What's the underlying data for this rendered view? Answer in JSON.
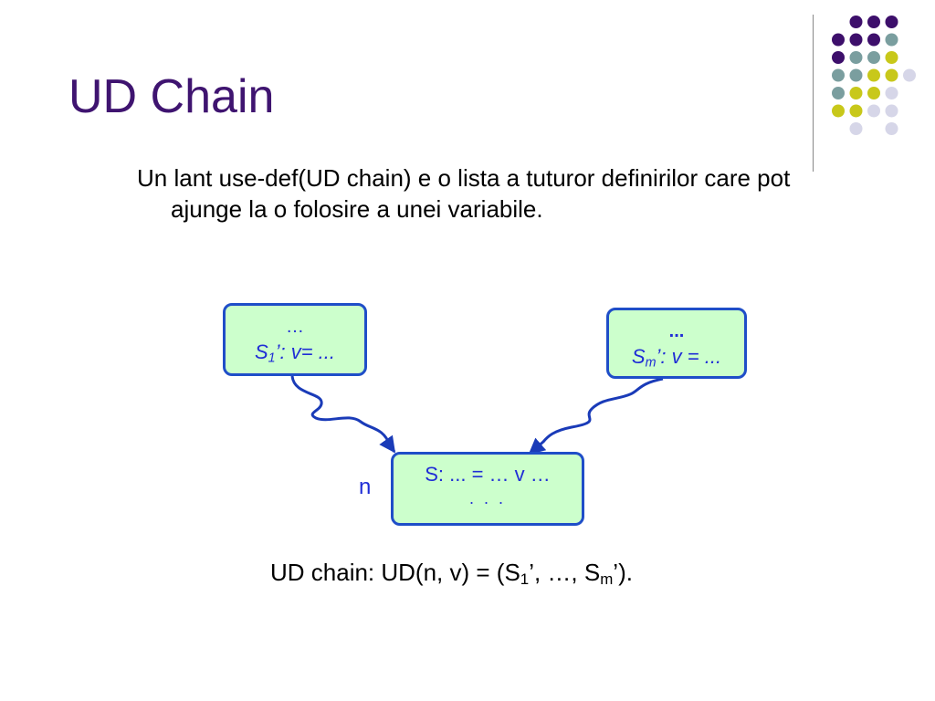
{
  "slide": {
    "title": "UD Chain",
    "bullet": "Un lant use-def(UD chain) e o lista a tuturor definirilor care pot ajunge la o folosire a unei variabile."
  },
  "diagram": {
    "box_left": {
      "line1": "…",
      "line2": {
        "prefix": "S",
        "sub": "1",
        "suffix": "’: v= ..."
      }
    },
    "box_right": {
      "line1": "...",
      "line2": {
        "prefix": "S",
        "sub": "m",
        "suffix": "’: v = ..."
      }
    },
    "box_center": {
      "line1": "S: ... =  … v …",
      "line2": ". . ."
    },
    "node_label": "n"
  },
  "formula": {
    "part1": "UD chain: UD(n, v) = (S",
    "sub1": "1",
    "part2": "’, …, S",
    "sub2": "m",
    "part3": "’)."
  },
  "colors": {
    "title": "#3f1470",
    "box_fill": "#ccffcc",
    "box_border": "#1f4ec8",
    "box_text": "#1f2dd6",
    "arrow": "#1a3bb8",
    "dot_purple": "#3d0f6b",
    "dot_teal": "#7a9e9f",
    "dot_yellow": "#c8c81a",
    "dot_lavender": "#d6d6e8"
  }
}
